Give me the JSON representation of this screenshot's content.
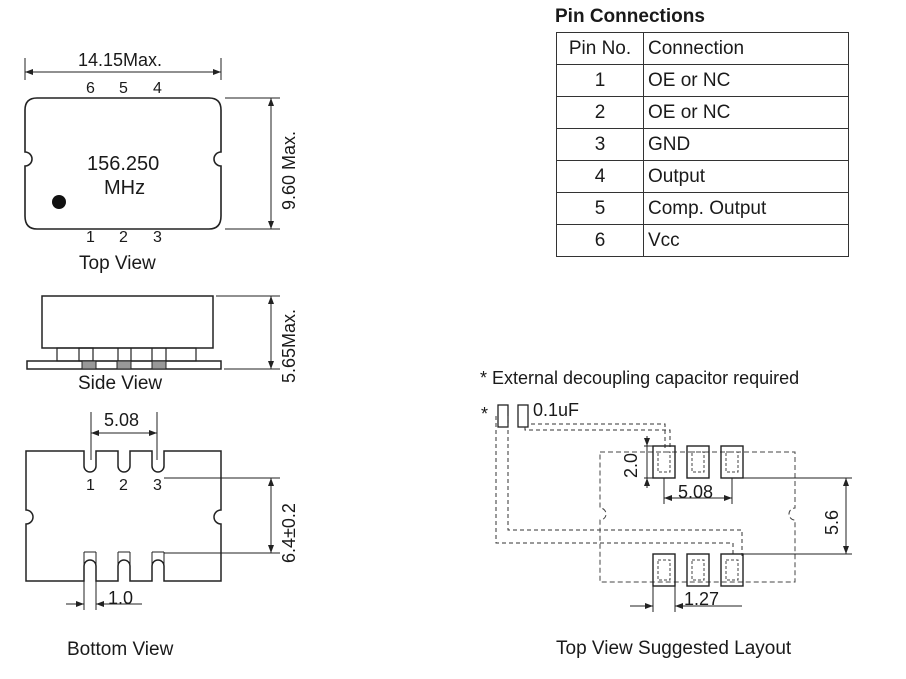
{
  "top_view": {
    "dim_width": "14.15Max.",
    "dim_height": "9.60 Max.",
    "pins_top": [
      "6",
      "5",
      "4"
    ],
    "pins_bottom": [
      "1",
      "2",
      "3"
    ],
    "marking_line1": "156.250",
    "marking_line2": "MHz",
    "caption": "Top View"
  },
  "side_view": {
    "dim_height": "5.65Max.",
    "caption": "Side View"
  },
  "bottom_view": {
    "dim_pitch": "5.08",
    "dim_height": "6.4±0.2",
    "dim_pad": "1.0",
    "pins": [
      "1",
      "2",
      "3"
    ],
    "caption": "Bottom View"
  },
  "pin_connections": {
    "title": "Pin Connections",
    "headers": [
      "Pin No.",
      "Connection"
    ],
    "rows": [
      [
        "1",
        "OE or NC"
      ],
      [
        "2",
        "OE or NC"
      ],
      [
        "3",
        "GND"
      ],
      [
        "4",
        "Output"
      ],
      [
        "5",
        "Comp. Output"
      ],
      [
        "6",
        "Vcc"
      ]
    ]
  },
  "layout": {
    "note": "* External decoupling capacitor required",
    "asterisk": "*",
    "cap_label": "0.1uF",
    "dim_spacing": "2.0",
    "dim_pitch": "5.08",
    "dim_height": "5.6",
    "dim_pad": "1.27",
    "caption": "Top View Suggested Layout"
  }
}
